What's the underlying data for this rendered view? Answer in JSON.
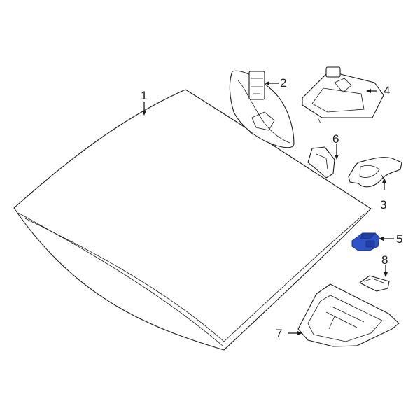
{
  "diagram": {
    "highlight_color": "#2f54c8",
    "line_color": "#1a1a1a",
    "callouts": [
      {
        "label": "1",
        "part": "windshield-glass"
      },
      {
        "label": "2",
        "part": "rear-view-mirror"
      },
      {
        "label": "3",
        "part": "rain-sensor"
      },
      {
        "label": "4",
        "part": "camera-bracket"
      },
      {
        "label": "5",
        "part": "sensor-module"
      },
      {
        "label": "6",
        "part": "mirror-bracket"
      },
      {
        "label": "7",
        "part": "overhead-cover"
      },
      {
        "label": "8",
        "part": "clip"
      }
    ]
  }
}
